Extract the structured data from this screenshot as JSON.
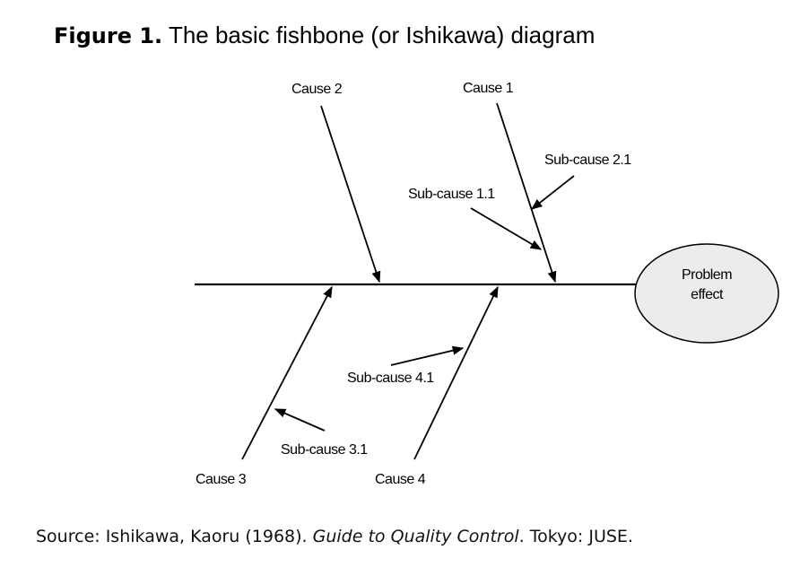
{
  "title": {
    "prefix": "Figure 1.",
    "text": "The basic fishbone (or Ishikawa) diagram"
  },
  "diagram": {
    "effect": {
      "line1": "Problem",
      "line2": "effect"
    },
    "causes": {
      "cause1": "Cause 1",
      "cause2": "Cause 2",
      "cause3": "Cause 3",
      "cause4": "Cause 4"
    },
    "subcauses": {
      "sub11": "Sub-cause 1.1",
      "sub21": "Sub-cause 2.1",
      "sub31": "Sub-cause 3.1",
      "sub41": "Sub-cause 4.1"
    },
    "colors": {
      "ellipse_fill": "#ececec",
      "line": "#000000"
    }
  },
  "source": {
    "prefix": "Source: Ishikawa, Kaoru (1968). ",
    "book": "Guide to Quality Control",
    "suffix": ". Tokyo: JUSE."
  }
}
